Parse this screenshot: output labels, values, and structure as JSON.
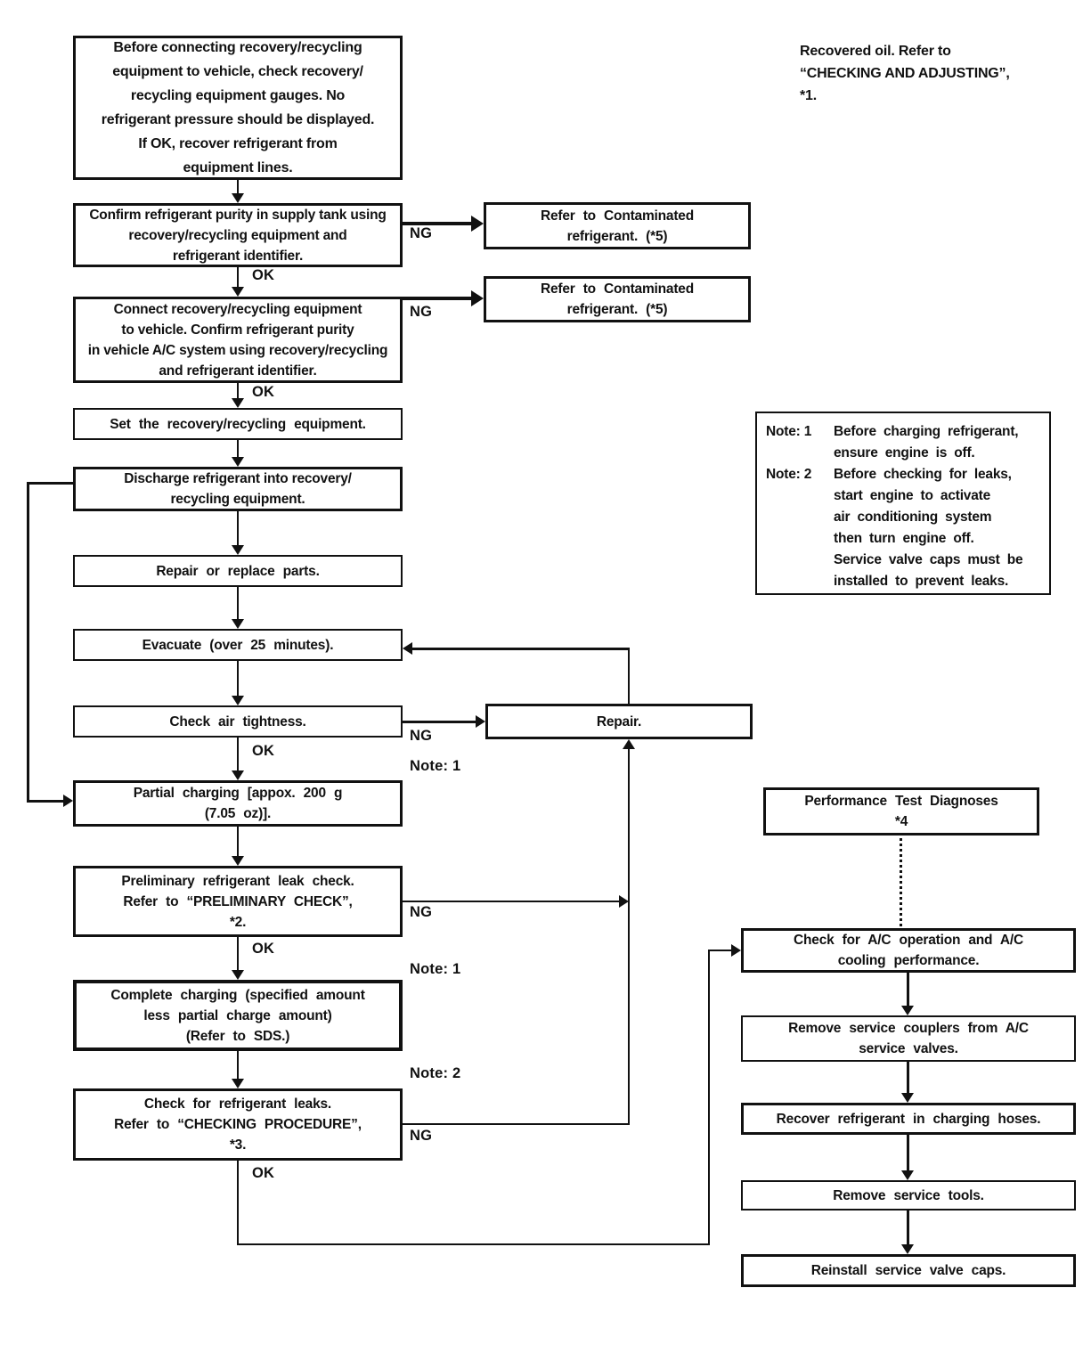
{
  "labels": {
    "ok": "OK",
    "ng": "NG",
    "note1": "Note: 1",
    "note2": "Note: 2"
  },
  "nodes": {
    "check_equipment_gauges": "Before connecting recovery/recycling\nequipment to vehicle, check recovery/\nrecycling equipment gauges. No\nrefrigerant pressure should be displayed.\nIf OK, recover refrigerant from\nequipment lines.",
    "confirm_purity_supply_tank": "Confirm refrigerant purity in supply tank using\nrecovery/recycling equipment and\nrefrigerant identifier.",
    "contaminated_refrigerant": "Refer to Contaminated\nrefrigerant. (*5)",
    "connect_equipment_confirm_purity": "Connect recovery/recycling equipment\nto vehicle. Confirm refrigerant purity\nin vehicle A/C system using recovery/recycling\nand refrigerant identifier.",
    "set_equipment": "Set the recovery/recycling equipment.",
    "discharge_refrigerant": "Discharge refrigerant into recovery/\nrecycling equipment.",
    "repair_or_replace": "Repair or replace parts.",
    "evacuate": "Evacuate (over 25 minutes).",
    "check_air_tightness": "Check air tightness.",
    "repair": "Repair.",
    "partial_charging": "Partial charging [appox. 200 g\n(7.05 oz)].",
    "preliminary_leak_check": "Preliminary refrigerant leak check.\nRefer to “PRELIMINARY CHECK”,\n*2.",
    "complete_charging": "Complete charging (specified amount\nless partial charge amount)\n(Refer to SDS.)",
    "check_refrigerant_leaks": "Check for refrigerant leaks.\nRefer to “CHECKING PROCEDURE”,\n*3.",
    "performance_test_diagnoses": "Performance Test Diagnoses\n*4",
    "check_ac_operation": "Check for A/C operation and A/C\ncooling performance.",
    "remove_service_couplers": "Remove service couplers from A/C\nservice valves.",
    "recover_refrigerant_hoses": "Recover refrigerant in charging hoses.",
    "remove_service_tools": "Remove service tools.",
    "reinstall_valve_caps": "Reinstall service valve caps."
  },
  "annotations": {
    "recovered_oil": "Recovered oil. Refer to\n“CHECKING AND ADJUSTING”,\n*1.",
    "note_label_1": "Note: 1",
    "note_text_1": "Before charging refrigerant,\nensure engine is off.",
    "note_label_2": "Note: 2",
    "note_text_2": "Before checking for leaks,\nstart engine to activate\nair conditioning system\nthen turn engine off.\nService valve caps must be\ninstalled to prevent leaks."
  }
}
